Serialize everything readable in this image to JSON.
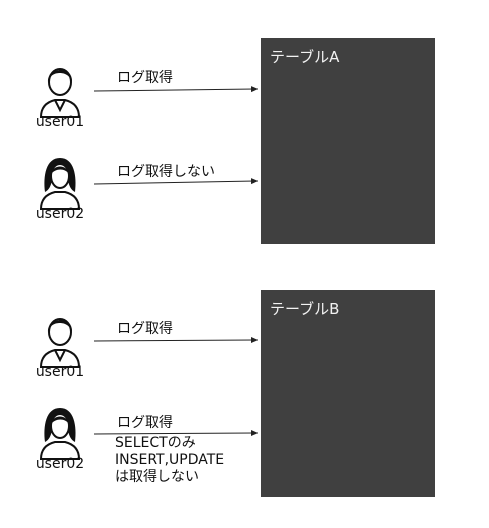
{
  "diagram_a": {
    "table_title": "テーブルA",
    "user1": {
      "name": "user01",
      "label": "ログ取得"
    },
    "user2": {
      "name": "user02",
      "label": "ログ取得しない"
    }
  },
  "diagram_b": {
    "table_title": "テーブルB",
    "user1": {
      "name": "user01",
      "label": "ログ取得"
    },
    "user2": {
      "name": "user02",
      "label": "ログ取得",
      "note_lines": [
        "SELECTのみ",
        "INSERT,UPDATE",
        "は取得しない"
      ]
    }
  },
  "colors": {
    "table_fill": "#404040",
    "table_text": "#f2f2f2",
    "line": "#222222"
  },
  "icons": {
    "male": "male-user-icon",
    "female": "female-user-icon"
  }
}
